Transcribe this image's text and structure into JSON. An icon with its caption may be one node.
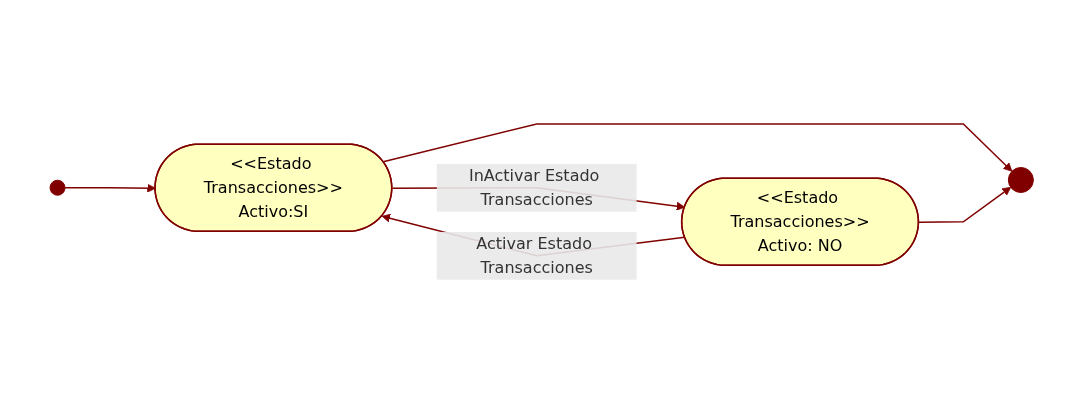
{
  "diagram": {
    "nodes": [
      {
        "text": [],
        "shape": "circle"
      },
      {
        "text": [
          "<<Estado Transacciones>>",
          "Activo:SI"
        ]
      },
      {
        "text": [
          "<<Estado Transacciones>>",
          "Activo: NO"
        ]
      },
      {
        "text": [],
        "shape": "bullseye"
      }
    ],
    "edges": [
      {
        "from": 0,
        "to": 1,
        "arrow": "to"
      },
      {
        "from": 2,
        "to": 1,
        "arrow": "to",
        "label": "Activar Estado Transacciones"
      },
      {
        "from": 1,
        "to": 2,
        "arrow": "to",
        "label": "InActivar Estado Transacciones"
      },
      {
        "from": 1,
        "to": 3,
        "arrow": "to"
      },
      {
        "from": 2,
        "to": 3,
        "arrow": "to"
      }
    ]
  }
}
